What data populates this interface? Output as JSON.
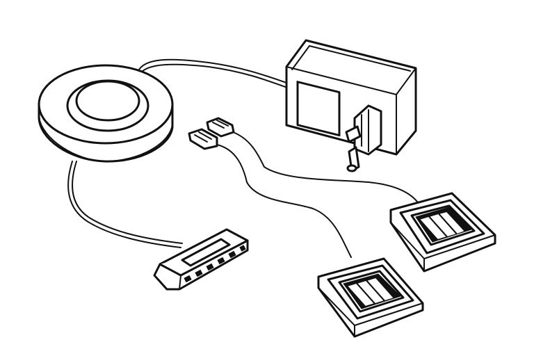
{
  "figure": {
    "background": "#ffffff",
    "line_color": "#111111",
    "components": [
      {
        "name": "round-touch-dimmer",
        "kind": "push-button-disc"
      },
      {
        "name": "plug-in-power-adapter",
        "kind": "wall-adapter"
      },
      {
        "name": "distribution-block",
        "kind": "6-way-connector"
      },
      {
        "name": "square-led-light-1",
        "kind": "square-panel-light"
      },
      {
        "name": "square-led-light-2",
        "kind": "square-panel-light"
      },
      {
        "name": "light-connector-plugs",
        "count": 2
      }
    ]
  }
}
